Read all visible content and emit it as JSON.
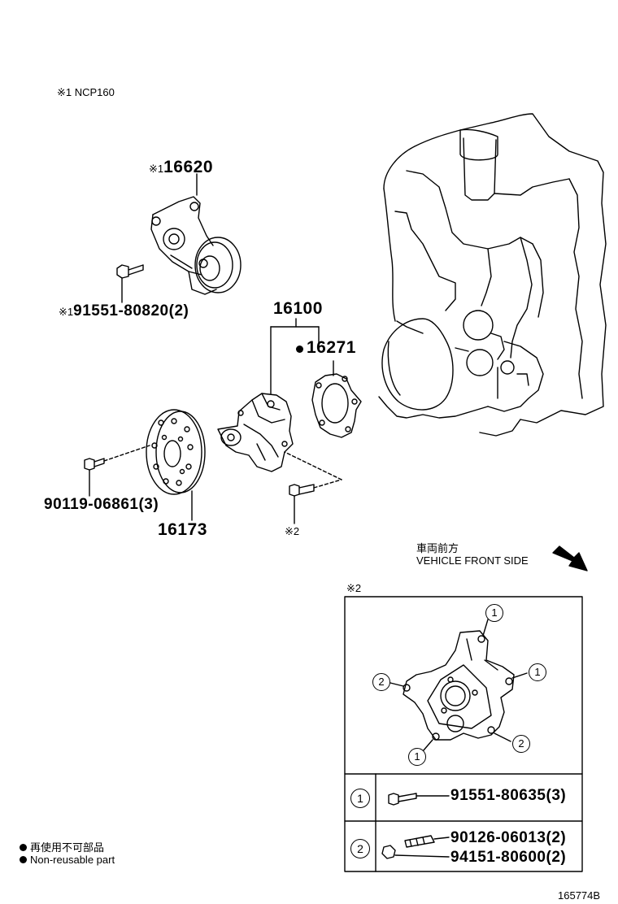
{
  "notes": {
    "note1": "※1 NCP160",
    "note2_mark": "※2",
    "inset_mark": "※2"
  },
  "parts": {
    "tensioner": {
      "mark": "※1",
      "number": "16620"
    },
    "tensioner_bolt": {
      "mark": "※1",
      "number": "91551-80820(2)"
    },
    "water_pump_assy": {
      "number": "16100"
    },
    "gasket": {
      "number": "16271"
    },
    "pulley": {
      "number": "16173"
    },
    "pulley_bolt": {
      "number": "90119-06861(3)"
    }
  },
  "direction": {
    "label_jp": "車両前方",
    "label_en": "VEHICLE FRONT SIDE"
  },
  "inset": {
    "callouts": [
      "1",
      "1",
      "2",
      "1",
      "2"
    ],
    "rows": [
      {
        "index": "1",
        "parts": [
          "91551-80635(3)"
        ]
      },
      {
        "index": "2",
        "parts": [
          "90126-06013(2)",
          "94151-80600(2)"
        ]
      }
    ]
  },
  "legend": {
    "jp": "再使用不可部品",
    "en": "Non-reusable part"
  },
  "figure_id": "165774B",
  "colors": {
    "ink": "#000000",
    "paper": "#ffffff"
  }
}
